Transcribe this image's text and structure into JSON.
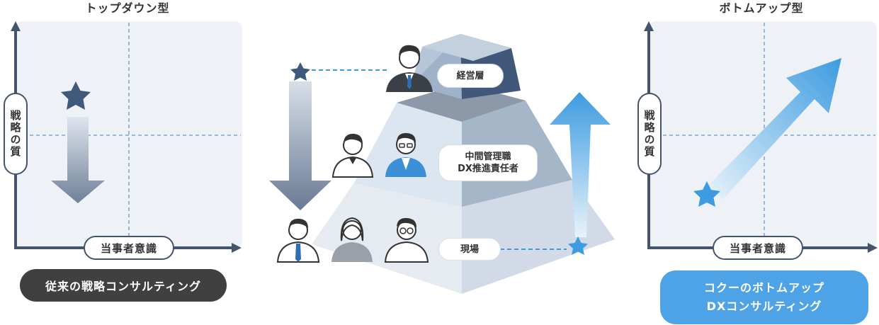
{
  "left_panel": {
    "title": "トップダウン型",
    "y_axis_label": "戦略の質",
    "x_axis_label": "当事者意識",
    "badge": "従来の戦略コンサルティング"
  },
  "right_panel": {
    "title": "ボトムアップ型",
    "y_axis_label": "戦略の質",
    "x_axis_label": "当事者意識",
    "badge_line1": "コクーのボトムアップ",
    "badge_line2": "DXコンサルティング"
  },
  "pyramid": {
    "top_label": "経営層",
    "middle_label_line1": "中間管理職",
    "middle_label_line2": "DX推進責任者",
    "bottom_label": "現場"
  },
  "colors": {
    "axis": "#44546b",
    "star_dark": "#3f5a7a",
    "star_blue": "#3d9be0",
    "badge_dark": "#404040",
    "badge_blue": "#4da3e6"
  }
}
